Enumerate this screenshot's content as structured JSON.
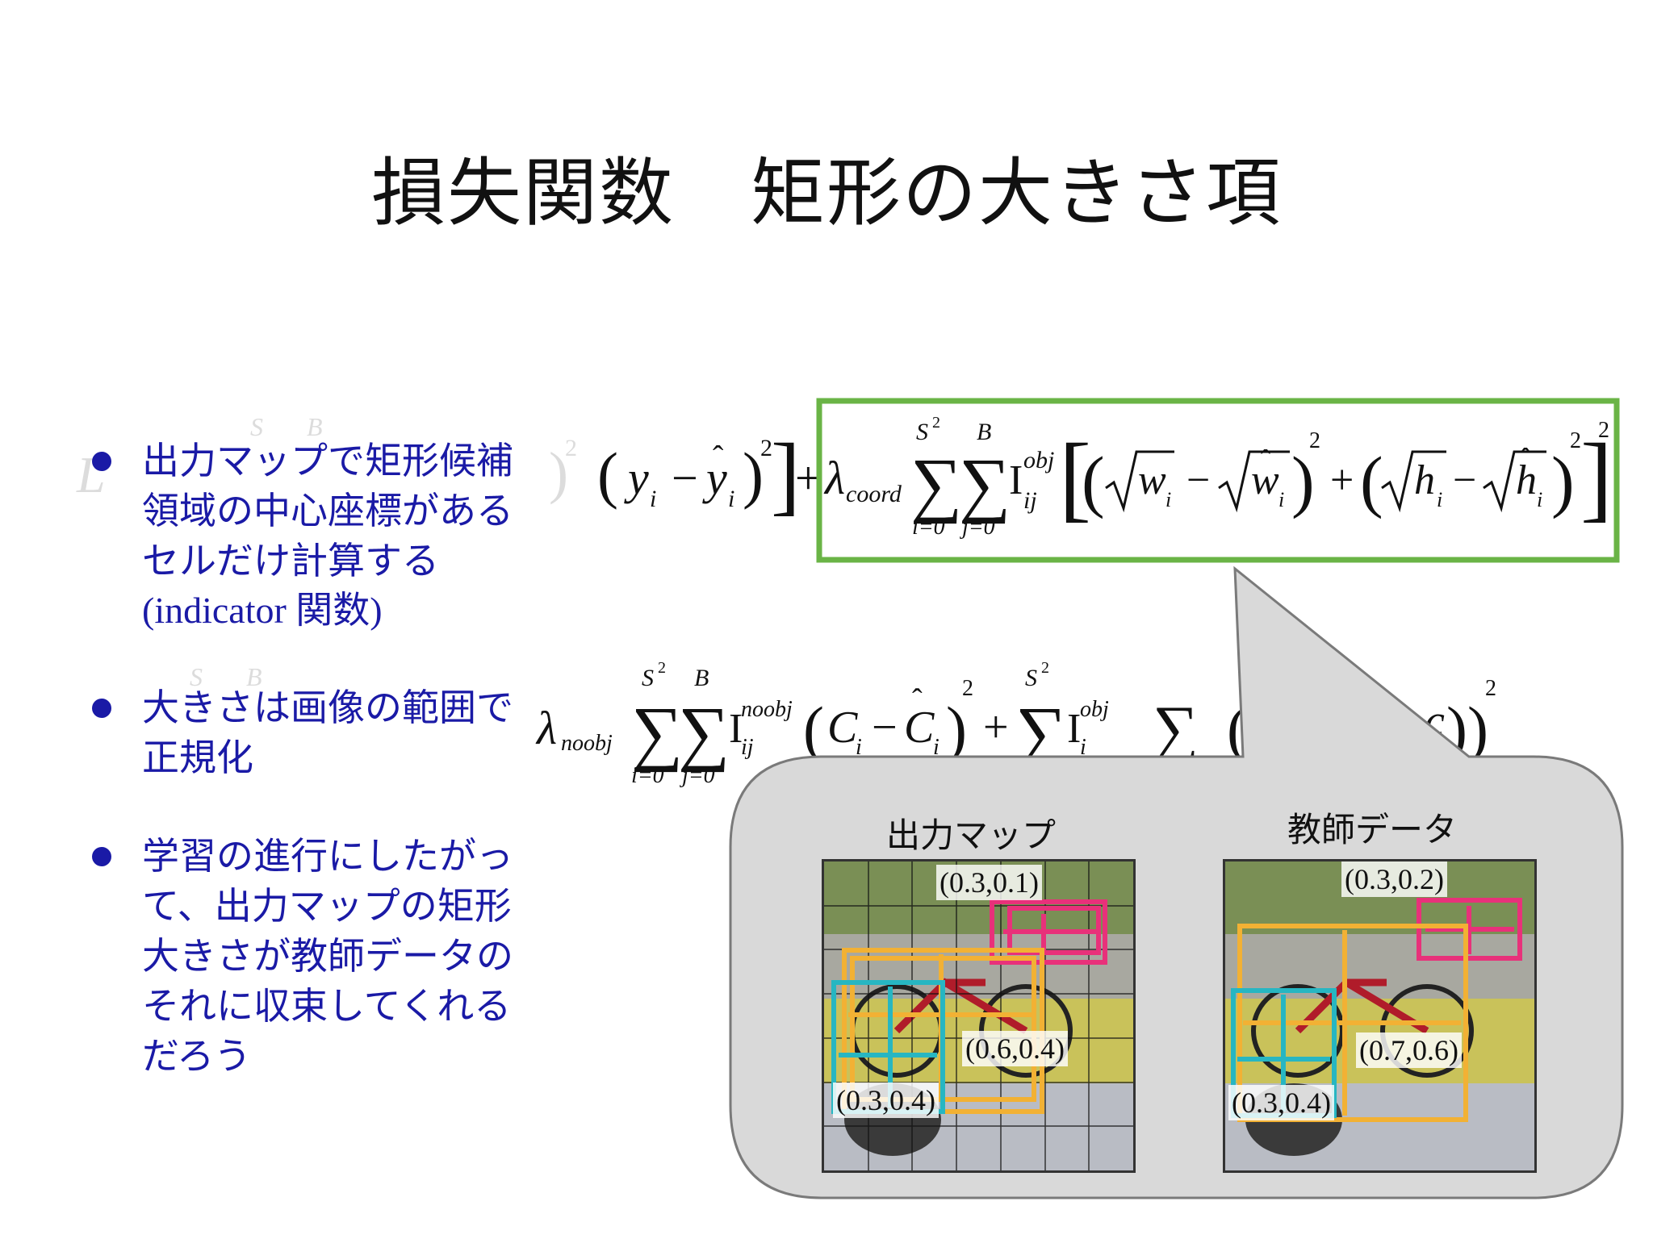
{
  "slide": {
    "title": "損失関数　矩形の大きさ項"
  },
  "bullets": [
    {
      "lines": [
        "出力マップで矩形候補",
        "領域の中心座標がある",
        "セルだけ計算する",
        "(indicator 関数)"
      ]
    },
    {
      "lines": [
        "大きさは画像の範囲で",
        "正規化"
      ]
    },
    {
      "lines": [
        "学習の進行にしたがっ",
        "て、出力マップの矩形",
        "大きさが教師データの",
        "それに収束してくれる",
        "だろう"
      ]
    }
  ],
  "formula": {
    "lambda_coord_sub": "coord",
    "lambda_noobj_sub": "noobj",
    "sum_upper_s": "S",
    "sum_upper_b": "B",
    "sup_two": "2",
    "sum_lower_i": "i=0",
    "sum_lower_j": "j=0",
    "indicator": "I",
    "sup_obj": "obj",
    "sup_noobj": "noobj",
    "sub_ij": "ij",
    "sub_i": "i",
    "var_w": "w",
    "var_h": "h",
    "var_y": "y",
    "var_c_upper": "C",
    "var_c": "c",
    "highlight_color": "#6ab446"
  },
  "callout": {
    "left_panel_title": "出力マップ",
    "right_panel_title": "教師データ",
    "left_labels": [
      "(0.3,0.1)",
      "(0.6,0.4)",
      "(0.3,0.4)"
    ],
    "right_labels": [
      "(0.3,0.2)",
      "(0.7,0.6)",
      "(0.3,0.4)"
    ],
    "colors": {
      "pink": "#e8317a",
      "orange": "#f2b134",
      "teal": "#27b6c2"
    }
  }
}
